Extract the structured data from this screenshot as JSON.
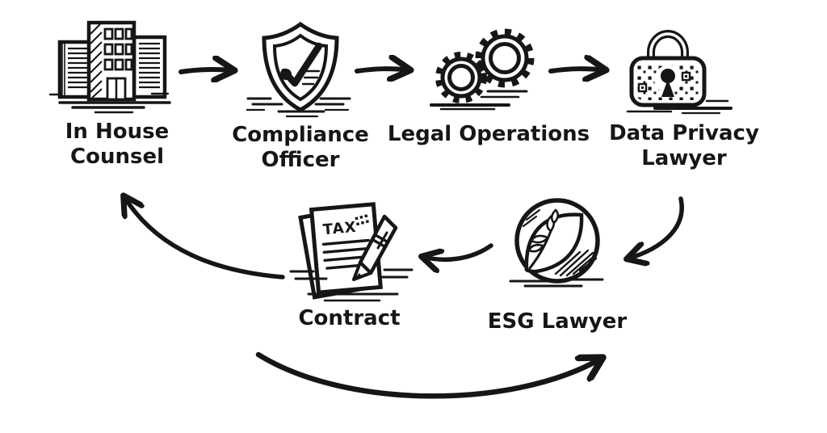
{
  "diagram": {
    "background_color": "#ffffff",
    "ink_color": "#161616",
    "style": "hand-drawn sketch flowchart",
    "nodes": [
      {
        "id": "in-house-counsel",
        "label": "In House Counsel",
        "label_lines": [
          "In House",
          "Counsel"
        ],
        "icon": "office-building-icon"
      },
      {
        "id": "compliance-officer",
        "label": "Compliance Officer",
        "label_lines": [
          "Compliance",
          "Officer"
        ],
        "icon": "shield-check-icon"
      },
      {
        "id": "legal-operations",
        "label": "Legal Operations",
        "label_lines": [
          "Legal Operations"
        ],
        "icon": "gears-icon"
      },
      {
        "id": "data-privacy-lawyer",
        "label": "Data Privacy Lawyer",
        "label_lines": [
          "Data Privacy",
          "Lawyer"
        ],
        "icon": "padlock-icon"
      },
      {
        "id": "esg-lawyer",
        "label": "ESG Lawyer",
        "label_lines": [
          "ESG Lawyer"
        ],
        "icon": "globe-leaf-icon"
      },
      {
        "id": "contract",
        "label": "Contract",
        "label_lines": [
          "Contract"
        ],
        "icon": "tax-document-pen-icon",
        "icon_text": "TAX"
      }
    ],
    "edges": [
      {
        "from": "In House Counsel",
        "to": "Compliance Officer",
        "shape": "straight"
      },
      {
        "from": "Compliance Officer",
        "to": "Legal Operations",
        "shape": "straight"
      },
      {
        "from": "Legal Operations",
        "to": "Data Privacy Lawyer",
        "shape": "straight"
      },
      {
        "from": "Data Privacy Lawyer",
        "to": "ESG Lawyer",
        "shape": "curved-down-left"
      },
      {
        "from": "ESG Lawyer",
        "to": "Contract",
        "shape": "curved-left"
      },
      {
        "from": "Contract",
        "to": "In House Counsel",
        "shape": "curved-up-left"
      },
      {
        "from": "Contract",
        "to": "ESG Lawyer",
        "shape": "long-bottom-loop"
      }
    ]
  }
}
